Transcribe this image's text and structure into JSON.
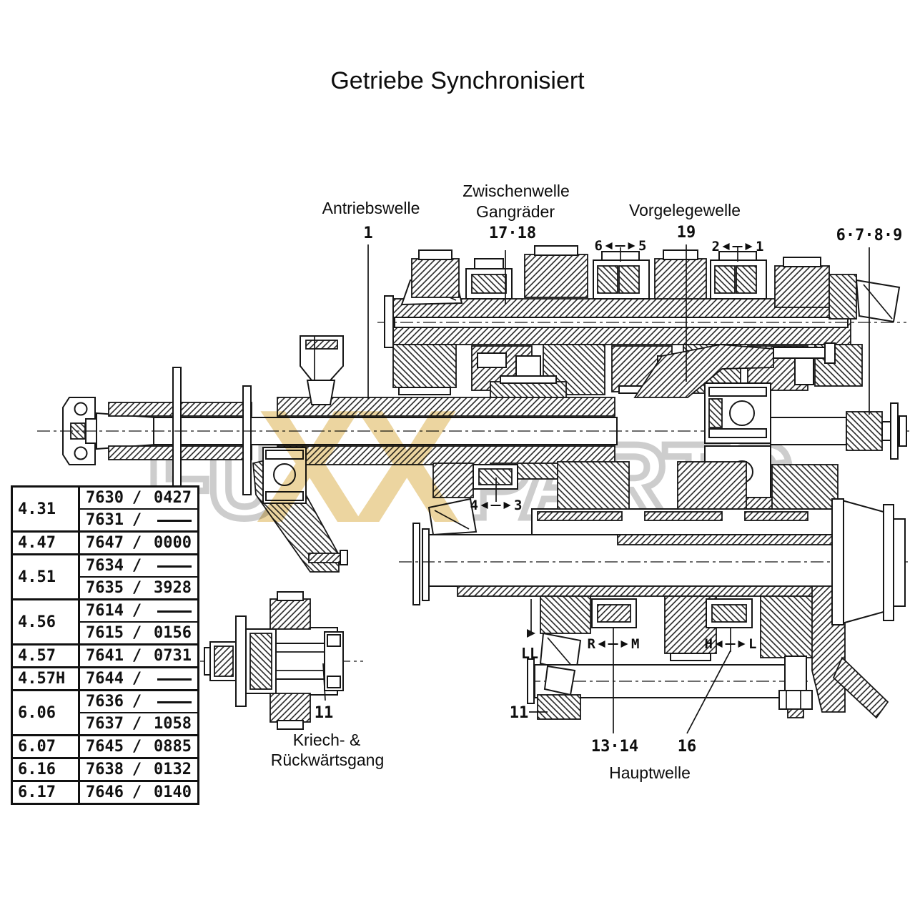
{
  "title": "Getriebe Synchronisiert",
  "watermark": {
    "left": "FU",
    "center": "XX",
    "right": "PARTS",
    "accent_color": "#ecd5a0",
    "gray_color": "#cdcdcd"
  },
  "labels": {
    "antriebswelle": "Antriebswelle",
    "zwischenwelle_line1": "Zwischenwelle",
    "zwischenwelle_line2": "Gangräder",
    "vorgelegewelle": "Vorgelegewelle",
    "hauptwelle": "Hauptwelle",
    "kriech_line1": "Kriech- &",
    "kriech_line2": "Rückwärtsgang",
    "ll": "LL"
  },
  "callouts": {
    "antriebswelle": "1",
    "zwischenwelle": "17·18",
    "vorgelegewelle": "19",
    "group_right": "6·7·8·9",
    "hauptwelle_a": "13·14",
    "hauptwelle_b": "16",
    "kriech": "11",
    "hauptwelle_left": "11"
  },
  "shift_markers": {
    "gears_6_5": {
      "left": "6",
      "right": "5"
    },
    "gears_2_1": {
      "left": "2",
      "right": "1"
    },
    "gears_4_3": {
      "left": "4",
      "right": "3"
    },
    "range_r_m": {
      "left": "R",
      "right": "M"
    },
    "range_h_l": {
      "left": "H",
      "right": "L"
    }
  },
  "table": {
    "rows": [
      {
        "ratio": "4.31",
        "parts": [
          {
            "num": "7630",
            "val": "0427"
          },
          {
            "num": "7631",
            "val": "—"
          }
        ]
      },
      {
        "ratio": "4.47",
        "parts": [
          {
            "num": "7647",
            "val": "0000"
          }
        ]
      },
      {
        "ratio": "4.51",
        "parts": [
          {
            "num": "7634",
            "val": "—"
          },
          {
            "num": "7635",
            "val": "3928"
          }
        ]
      },
      {
        "ratio": "4.56",
        "parts": [
          {
            "num": "7614",
            "val": "—"
          },
          {
            "num": "7615",
            "val": "0156"
          }
        ]
      },
      {
        "ratio": "4.57",
        "parts": [
          {
            "num": "7641",
            "val": "0731"
          }
        ]
      },
      {
        "ratio": "4.57H",
        "parts": [
          {
            "num": "7644",
            "val": "—"
          }
        ]
      },
      {
        "ratio": "6.06",
        "parts": [
          {
            "num": "7636",
            "val": "—"
          },
          {
            "num": "7637",
            "val": "1058"
          }
        ]
      },
      {
        "ratio": "6.07",
        "parts": [
          {
            "num": "7645",
            "val": "0885"
          }
        ]
      },
      {
        "ratio": "6.16",
        "parts": [
          {
            "num": "7638",
            "val": "0132"
          }
        ]
      },
      {
        "ratio": "6.17",
        "parts": [
          {
            "num": "7646",
            "val": "0140"
          }
        ]
      }
    ]
  }
}
